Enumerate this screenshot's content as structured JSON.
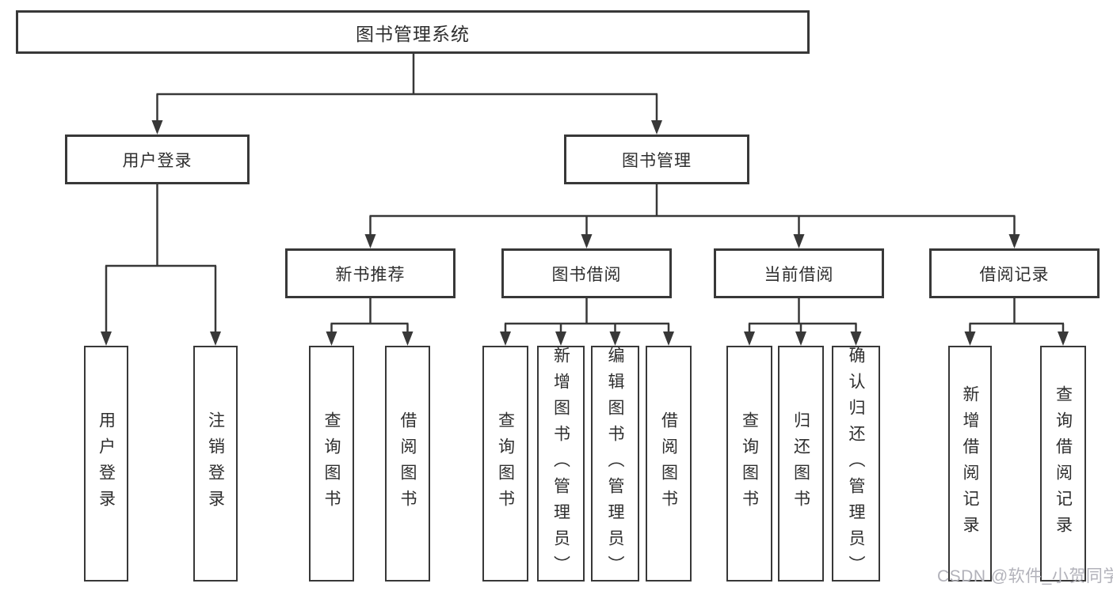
{
  "diagram": {
    "root": {
      "label": "图书管理系统"
    },
    "level1": {
      "user_login": {
        "label": "用户登录"
      },
      "book_mgmt": {
        "label": "图书管理"
      }
    },
    "level2": {
      "new_book": {
        "label": "新书推荐"
      },
      "book_borrow": {
        "label": "图书借阅"
      },
      "current_borrow": {
        "label": "当前借阅"
      },
      "borrow_records": {
        "label": "借阅记录"
      }
    },
    "leaves": {
      "user_login": {
        "label": "用户登录"
      },
      "logout": {
        "label": "注销登录"
      },
      "newbook_query": {
        "label": "查询图书"
      },
      "newbook_borrow": {
        "label": "借阅图书"
      },
      "borrow_query": {
        "label": "查询图书"
      },
      "borrow_add": {
        "label": "新增图书（管理员）"
      },
      "borrow_edit": {
        "label": "编辑图书（管理员）"
      },
      "borrow_do": {
        "label": "借阅图书"
      },
      "current_query": {
        "label": "查询图书"
      },
      "current_return": {
        "label": "归还图书"
      },
      "current_confirm": {
        "label": "确认归还（管理员）"
      },
      "records_add": {
        "label": "新增借阅记录"
      },
      "records_query": {
        "label": "查询借阅记录"
      }
    },
    "watermark": "CSDN @软件_小贺同学",
    "colors": {
      "line": "#383838",
      "box_background": "#ffffff",
      "text": "#2e2e2e",
      "watermark": "#b2b2ba"
    }
  }
}
